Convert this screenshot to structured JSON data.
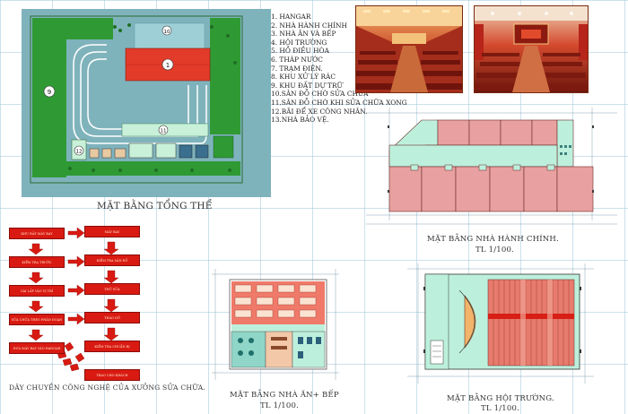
{
  "site_plan": {
    "title": "MẶT BẰNG TỔNG THỂ",
    "building_numbers": [
      "1",
      "9",
      "10",
      "11",
      "12"
    ]
  },
  "legend": {
    "items": [
      "1. HANGAR",
      "2. NHÀ HÀNH CHÍNH",
      "3. NHÀ ĂN VÀ BẾP",
      "4. HỘI TRƯỜNG",
      "5. HỒ ĐIỀU HÒA",
      "6. THÁP NƯỚC",
      "7. TRẠM ĐIỆN.",
      "8. KHU XỬ LÝ RÁC",
      "9. KHU ĐẤT DỰ TRỮ",
      "10.SÂN ĐỖ CHỜ SỬA CHỮA",
      "11.SÂN ĐỖ CHỜ KHI SỬA CHỮA XONG",
      "12.BÃI ĐỂ XE CÔNG NHÂN.",
      "13.NHÀ BẢO VỆ."
    ]
  },
  "flow": {
    "title": "DÂY CHUYỀN CÔNG NGHỆ CỦA XƯỞNG SỬA CHỮA.",
    "left": [
      "KHU ĐẤT MÁY BAY",
      "KIỂM TRA TRƯỚC",
      "GÀI LẮP VÀO VỊ TRÍ",
      "SỬA CHỮA THEO PHÂN ĐOẠN",
      "ĐƯA MÁY BAY VÀO HANGAR"
    ],
    "right": [
      "MÁY BAY",
      "KIỂM TRA SÂN ĐỖ",
      "THỬ SỬA",
      "THÁO DỠ",
      "KIỂM TRA CHUẨN BỊ",
      "TRAO CHO KHÁCH"
    ]
  },
  "admin_plan": {
    "title": "MẶT BẰNG NHÀ HÀNH CHÍNH.",
    "scale": "TL 1/100."
  },
  "canteen_plan": {
    "title": "MẶT BẰNG NHÀ ĂN+ BẾP",
    "scale": "TL 1/100."
  },
  "hall_plan": {
    "title": "MẶT BẰNG HỘI TRƯỜNG.",
    "scale": "TL 1/100."
  },
  "colors": {
    "ground": "#7fb3bc",
    "grass": "#2f9a34",
    "hangar": "#e23b2a",
    "room_pink": "#e8a1a0",
    "corridor": "#bdf0dc",
    "flow_red": "#d91a12"
  }
}
